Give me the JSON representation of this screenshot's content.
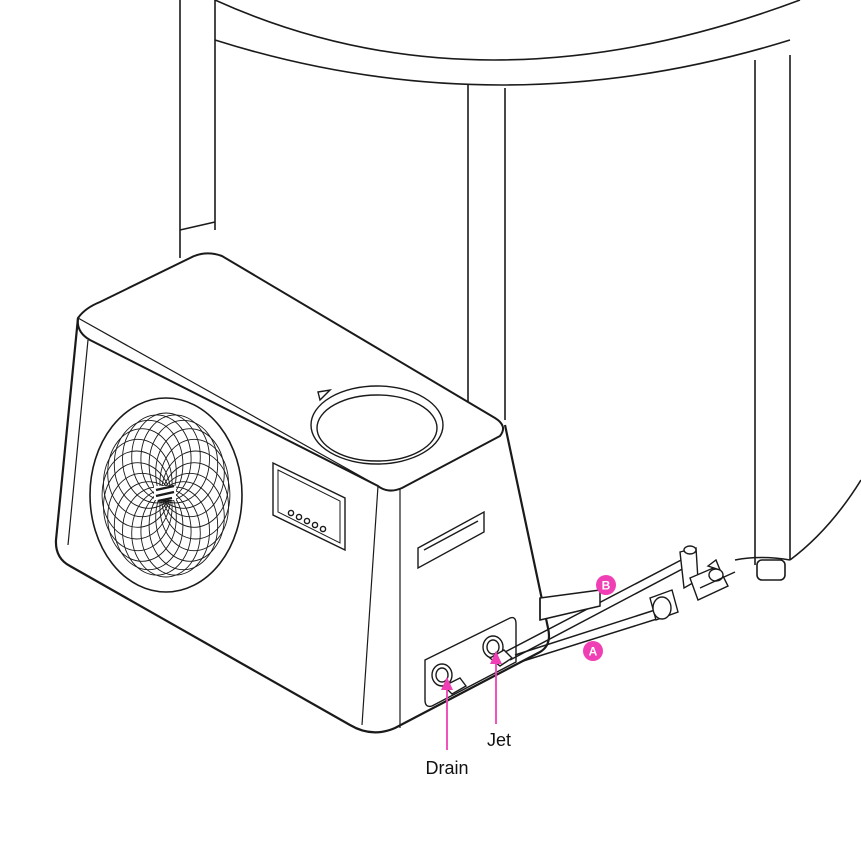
{
  "callouts": {
    "drain_label": "Drain",
    "jet_label": "Jet",
    "hose_a": "A",
    "hose_b": "B"
  },
  "colors": {
    "accent": "#f03fb4",
    "line": "#1a1a1a",
    "background": "#ffffff"
  }
}
